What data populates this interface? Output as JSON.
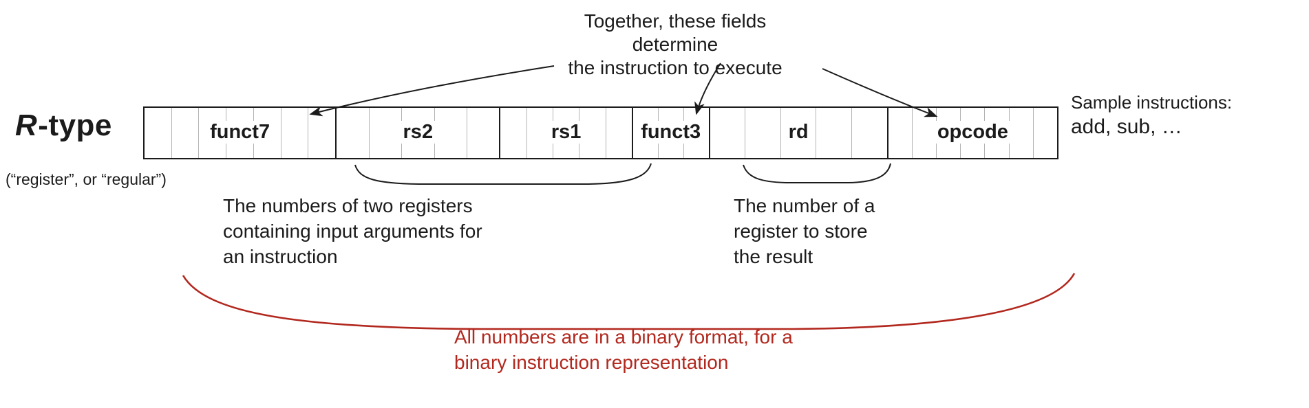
{
  "colors": {
    "ink": "#1b1b1b",
    "accent_red": "#b2281e",
    "grid_line": "#b3b3b3",
    "background": "#ffffff"
  },
  "header": {
    "note_line1": "Together, these fields determine",
    "note_line2": "the instruction to execute"
  },
  "format": {
    "name_prefix": "R",
    "name_suffix": "-type",
    "name_note": "(“register”, or “regular”)",
    "total_bits": 32,
    "fields": [
      {
        "label": "funct7",
        "bits": 7
      },
      {
        "label": "rs2",
        "bits": 5
      },
      {
        "label": "rs1",
        "bits": 5
      },
      {
        "label": "funct3",
        "bits": 3
      },
      {
        "label": "rd",
        "bits": 5
      },
      {
        "label": "opcode",
        "bits": 7
      }
    ]
  },
  "samples": {
    "title": "Sample instructions:",
    "items": "add, sub, …"
  },
  "annotations": {
    "source_registers": [
      "The numbers of two registers",
      "containing input arguments for",
      "an instruction"
    ],
    "dest_register": [
      "The number of a",
      "register to store",
      "the result"
    ],
    "binary_note": [
      "All numbers are in a binary format, for a",
      "binary instruction representation"
    ]
  }
}
